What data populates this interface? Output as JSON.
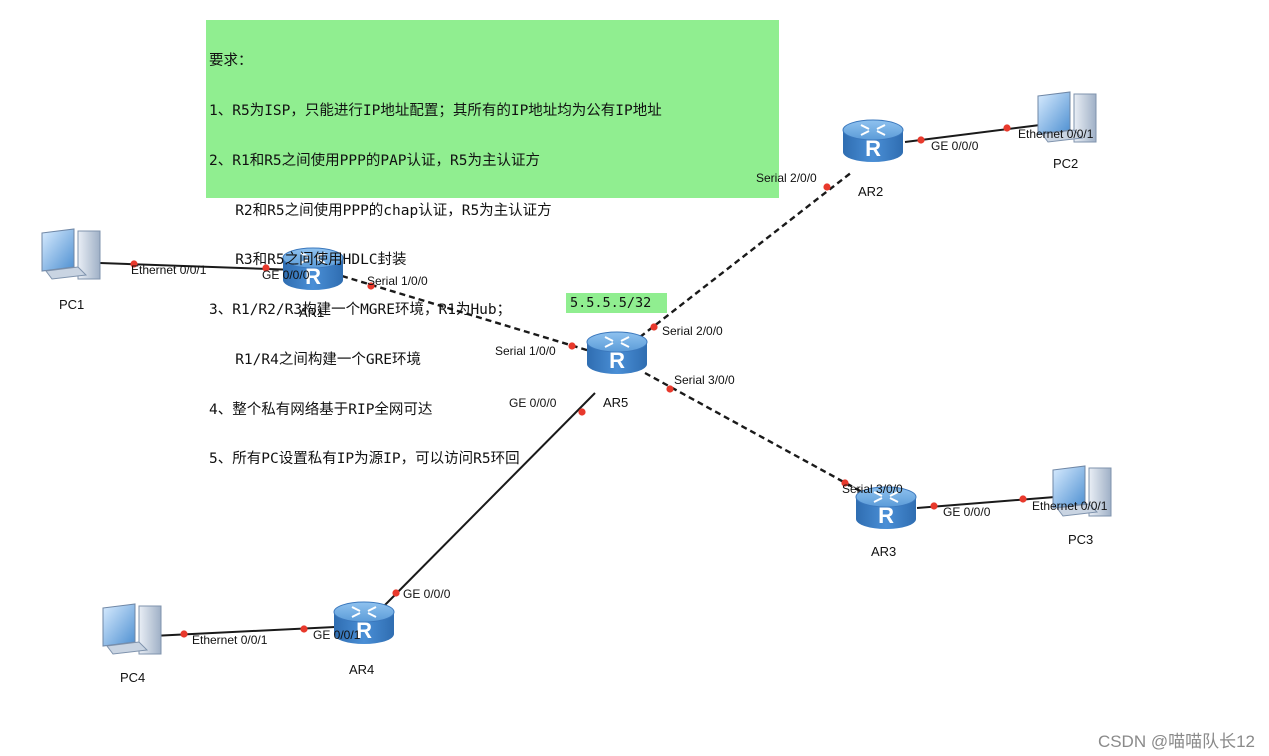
{
  "requirements": {
    "lines": [
      "要求：",
      "1、R5为ISP，只能进行IP地址配置；其所有的IP地址均为公有IP地址",
      "2、R1和R5之间使用PPP的PAP认证，R5为主认证方",
      "   R2和R5之间使用PPP的chap认证，R5为主认证方",
      "   R3和R5之间使用HDLC封装",
      "3、R1/R2/R3构建一个MGRE环境，R1为Hub；",
      "   R1/R4之间构建一个GRE环境",
      "4、整个私有网络基于RIP全网可达",
      "5、所有PC设置私有IP为源IP，可以访问R5环回"
    ]
  },
  "loopback_label": "5.5.5.5/32",
  "devices": {
    "ar1": "AR1",
    "ar2": "AR2",
    "ar3": "AR3",
    "ar4": "AR4",
    "ar5": "AR5",
    "pc1": "PC1",
    "pc2": "PC2",
    "pc3": "PC3",
    "pc4": "PC4"
  },
  "router_glyph": "R",
  "interfaces": {
    "pc1_eth": "Ethernet 0/0/1",
    "ar1_ge": "GE 0/0/0",
    "ar1_serial": "Serial 1/0/0",
    "ar5_serial1": "Serial 1/0/0",
    "ar5_serial2": "Serial 2/0/0",
    "ar5_serial3": "Serial 3/0/0",
    "ar5_ge": "GE 0/0/0",
    "ar2_serial": "Serial 2/0/0",
    "ar2_ge": "GE 0/0/0",
    "pc2_eth": "Ethernet 0/0/1",
    "ar3_serial": "Serial 3/0/0",
    "ar3_ge": "GE 0/0/0",
    "pc3_eth": "Ethernet 0/0/1",
    "ar4_ge_up": "GE 0/0/0",
    "ar4_ge_pc": "GE 0/0/1",
    "pc4_eth": "Ethernet 0/0/1"
  },
  "watermark": "CSDN @喵喵队长12",
  "colors": {
    "note_bg": "#90ee90",
    "router_body": "#3d82c9",
    "serial_link": "dashed",
    "port_dot": "#e8392c"
  }
}
